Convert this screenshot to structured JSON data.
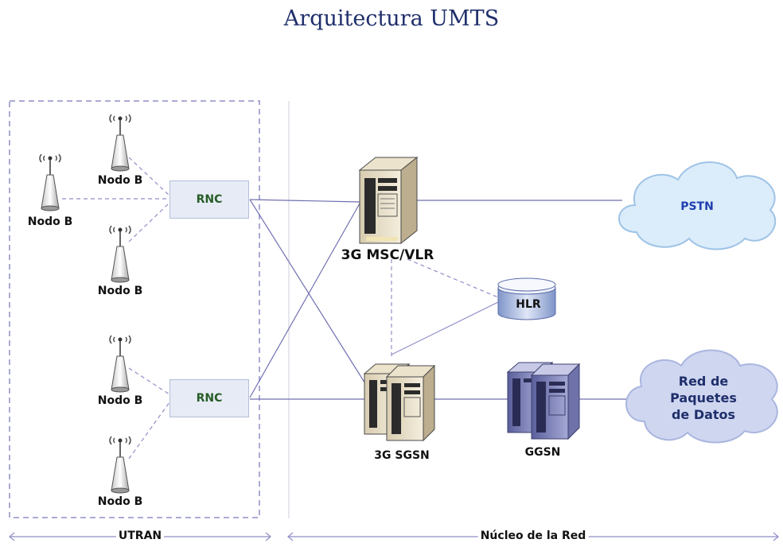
{
  "title": "Arquitectura UMTS",
  "nodes": {
    "nodo_b_1": "Nodo B",
    "nodo_b_2": "Nodo B",
    "nodo_b_3": "Nodo B",
    "nodo_b_4": "Nodo B",
    "nodo_b_5": "Nodo B",
    "rnc_top": "RNC",
    "rnc_bottom": "RNC",
    "msc_vlr": "3G MSC/VLR",
    "hlr": "HLR",
    "sgsn": "3G SGSN",
    "ggsn": "GGSN",
    "pstn": "PSTN",
    "red_paquetes": [
      "Red de",
      "Paquetes",
      "de Datos"
    ]
  },
  "sections": {
    "utran": "UTRAN",
    "nucleo": "Núcleo de la Red"
  },
  "colors": {
    "title": "#1f2f6b",
    "link": "#6f6fb0",
    "dashed": "#8f8fc8",
    "rnc_text": "#275c27",
    "cloud_fill": "#dbecfa",
    "cloud_packet_fill": "#cfd6f0",
    "pstn_text": "#1f3fb0",
    "packet_text": "#1f2f6b"
  },
  "icons": {
    "antenna": "antenna-icon",
    "server": "server-icon",
    "database": "database-icon",
    "cloud": "cloud-icon"
  }
}
